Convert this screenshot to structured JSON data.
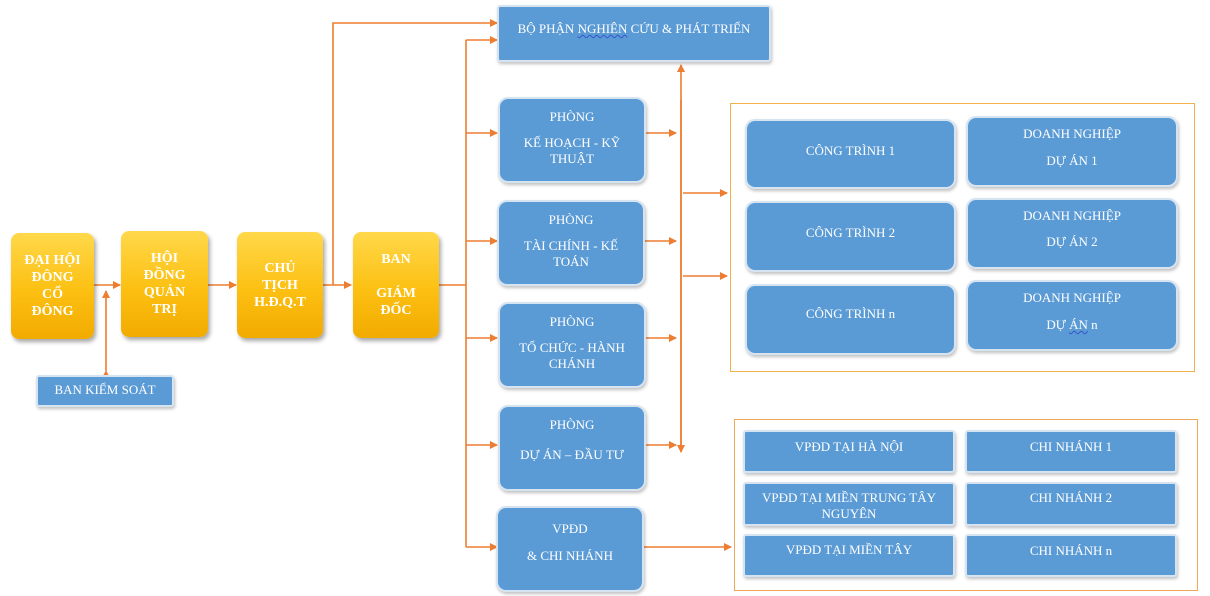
{
  "colors": {
    "connector": "#ed7d31",
    "box_blue": "#5b9bd5",
    "box_yellow": "#fcc012",
    "frame": "#f0b24a"
  },
  "left_chain": {
    "dai_hoi": "ĐẠI HỘI\nĐÔNG\nCỔ\nĐÔNG",
    "hoi_dong": "HỘI\nĐỒNG\nQUẢN\nTRỊ",
    "chu_tich": "CHỦ\nTỊCH\nH.Đ.Q.T",
    "ban_giam_doc": "BAN\n\nGIÁM\nĐỐC"
  },
  "ban_kiem_soat": "BAN KIỂM SOÁT",
  "rnd": {
    "prefix": "BỘ PHẬN ",
    "underlined": "NGHIÊN",
    "suffix": " CỨU & PHÁT TRIỂN"
  },
  "departments": [
    {
      "line1": "PHÒNG",
      "line2": "KẾ HOẠCH - KỸ\nTHUẬT"
    },
    {
      "line1": "PHÒNG",
      "line2": "TÀI CHÍNH - KẾ\nTOÁN"
    },
    {
      "line1": "PHÒNG",
      "line2": "TỔ CHỨC - HÀNH\nCHÁNH"
    },
    {
      "line1": "PHÒNG",
      "line2": "DỰ ÁN – ĐẦU TƯ"
    },
    {
      "line1": "VPĐD",
      "line2": "& CHI NHÁNH"
    }
  ],
  "projects": {
    "cong_trinh": [
      "CÔNG TRÌNH 1",
      "CÔNG TRÌNH 2",
      "CÔNG TRÌNH n"
    ],
    "doanh_nghiep": [
      {
        "line1": "DOANH  NGHIỆP",
        "line2": "DỰ ÁN 1"
      },
      {
        "line1": "DOANH  NGHIỆP",
        "line2": "DỰ ÁN 2"
      },
      {
        "line1": "DOANH  NGHIỆP",
        "line2_prefix": "DỰ ",
        "line2_underlined": "ÁN",
        "line2_suffix": " n"
      }
    ]
  },
  "offices": {
    "vpdd": [
      "VPĐD  TẠI HÀ NỘI",
      "VPĐD  TẠI MIỀN TRUNG TÂY\nNGUYÊN",
      "VPĐD  TẠI MIỀN TÂY"
    ],
    "chi_nhanh": [
      "CHI NHÁNH 1",
      "CHI NHÁNH 2",
      "CHI NHÁNH n"
    ]
  }
}
